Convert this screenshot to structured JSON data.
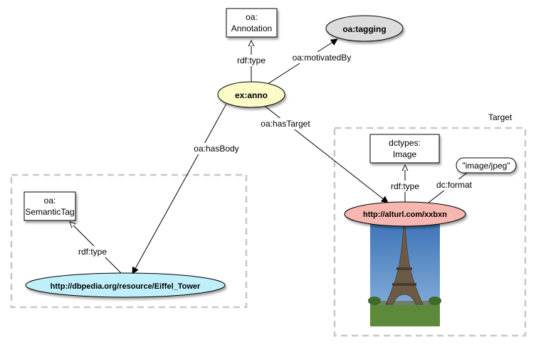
{
  "nodes": {
    "annotation_class": [
      "oa:",
      "Annotation"
    ],
    "tagging": "oa:tagging",
    "anno": "ex:anno",
    "semantic_tag_class": [
      "oa:",
      "SemanticTag"
    ],
    "dbpedia": "http://dbpedia.org/resource/Eiffel_Tower",
    "image_class": [
      "dctypes:",
      "Image"
    ],
    "jpeg": "\"image/jpeg\"",
    "target": "http://alturl.com/xxbxn"
  },
  "edges": {
    "anno_type": "rdf:type",
    "motivated_by": "oa:motivatedBy",
    "has_body": "oa:hasBody",
    "has_target": "oa:hasTarget",
    "body_type": "rdf:type",
    "target_type": "rdf:type",
    "format": "dc:format"
  },
  "groups": {
    "target_label": "Target"
  },
  "photo": {
    "depicts": "eiffel-tower",
    "sky_color": "#4f86c4",
    "grass_color": "#5c8a3a"
  },
  "colors": {
    "anno_fill": "#fbfbc8",
    "tagging_fill": "#dcdcdc",
    "dbpedia_fill": "#bfeffb",
    "target_fill": "#f7b7b0",
    "group_border": "#c8c8c8"
  }
}
